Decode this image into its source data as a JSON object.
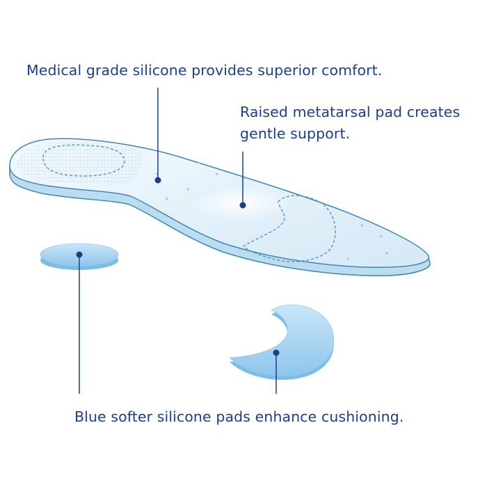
{
  "callouts": {
    "silicone": "Medical grade silicone provides superior comfort.",
    "metatarsal_line1": "Raised metatarsal pad creates",
    "metatarsal_line2": "gentle support.",
    "pads": "Blue softer silicone pads enhance cushioning."
  },
  "colors": {
    "label_text": "#1a3f8f",
    "leader_line": "#1a3f8f",
    "insole_outline": "#3f86b8",
    "insole_fill": "#e6f3fb",
    "pad_fill": "#a8d3f0"
  }
}
